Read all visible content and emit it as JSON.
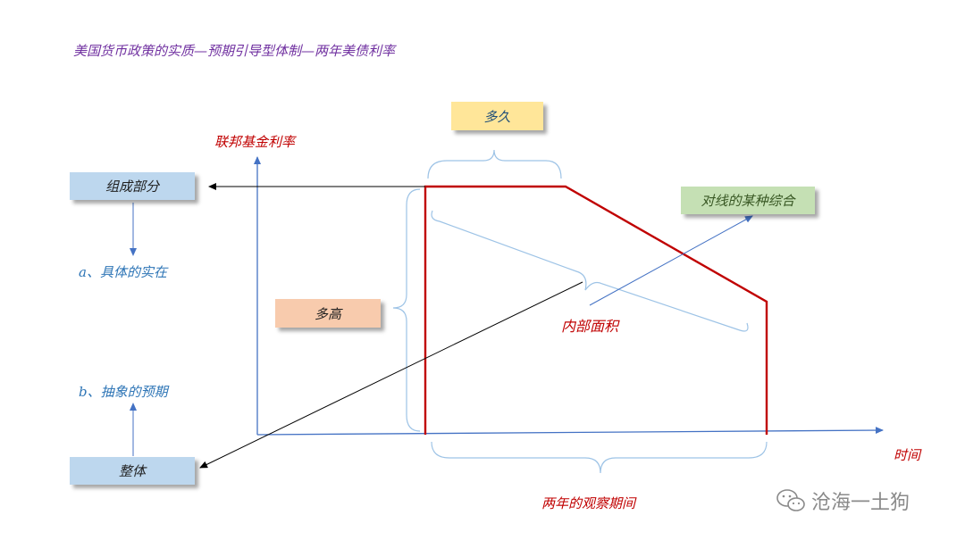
{
  "title": "美国货币政策的实质—预期引导型体制—两年美债利率",
  "y_axis_label": "联邦基金利率",
  "x_axis_label": "时间",
  "x_period_label": "两年的观察期间",
  "boxes": {
    "duration": "多久",
    "height": "多高",
    "components": "组成部分",
    "whole": "整体",
    "line_combo": "对线的某种综合"
  },
  "notes": {
    "area": "内部面积",
    "a": "a、具体的实在",
    "b": "b、抽象的预期"
  },
  "watermark": "沧海一土狗",
  "colors": {
    "title": "#7030a0",
    "rate_path": "#c00000",
    "axis": "#4472c4",
    "blue_box": "#bdd7ee",
    "yellow_box": "#ffe699",
    "green_box": "#c5e0b4",
    "orange_box": "#f8cbad"
  }
}
